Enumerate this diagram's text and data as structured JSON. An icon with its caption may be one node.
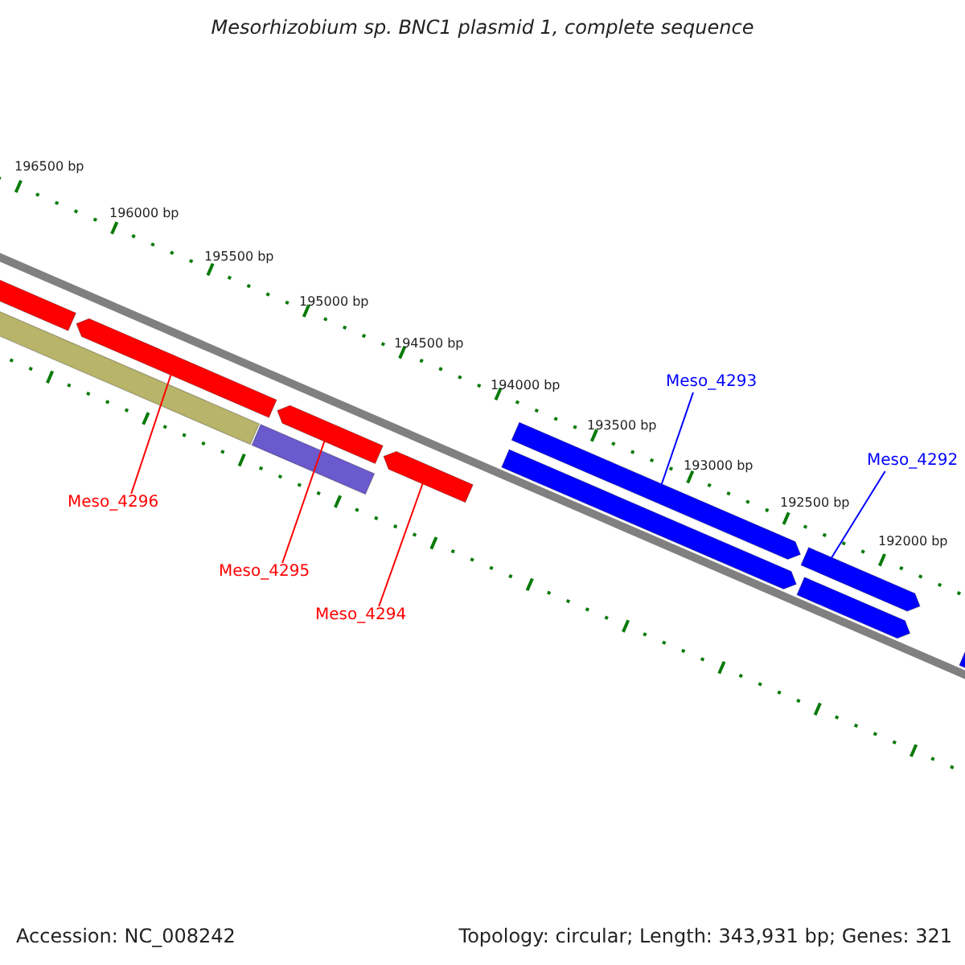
{
  "diagram": {
    "title": "Mesorhizobium sp. BNC1 plasmid 1, complete sequence",
    "nodes": [
      {
        "text": [],
        "shape": "bar"
      },
      {
        "text": [],
        "shape": "bar"
      },
      {
        "text": [],
        "shape": "bar"
      },
      {
        "text": [],
        "shape": "bar"
      },
      {
        "text": [],
        "shape": "bar"
      },
      {
        "text": [],
        "shape": "bar"
      },
      {
        "text": [],
        "shape": "bar"
      },
      {
        "text": [],
        "shape": "bar"
      },
      {
        "text": [],
        "shape": "bar"
      },
      {
        "text": [],
        "shape": "bar"
      },
      {
        "text": [],
        "shape": "bar"
      },
      {
        "text": [
          "Meso_4293"
        ]
      },
      {
        "text": [
          "Meso_4292"
        ]
      },
      {
        "text": [
          "Meso_4296"
        ]
      },
      {
        "text": [
          "Meso_4295"
        ]
      },
      {
        "text": [
          "Meso_4294"
        ]
      }
    ],
    "edges": [
      {
        "from": 11,
        "to": 6,
        "arrow": "none",
        "color": "#0000ff"
      },
      {
        "from": 12,
        "to": 8,
        "arrow": "none",
        "color": "#0000ff"
      },
      {
        "from": 13,
        "to": 2,
        "arrow": "none"
      },
      {
        "from": 14,
        "to": 4,
        "arrow": "none"
      },
      {
        "from": 15,
        "to": 5,
        "arrow": "none"
      }
    ],
    "labels": [
      "196500 bp",
      "196000 bp",
      "195500 bp",
      "195000 bp",
      "194500 bp",
      "194000 bp",
      "193500 bp",
      "193000 bp",
      "192500 bp",
      "192000 bp",
      "Accession: NC_008242",
      "Topology: circular; Length: 343,931 bp; Genes: 321"
    ]
  }
}
